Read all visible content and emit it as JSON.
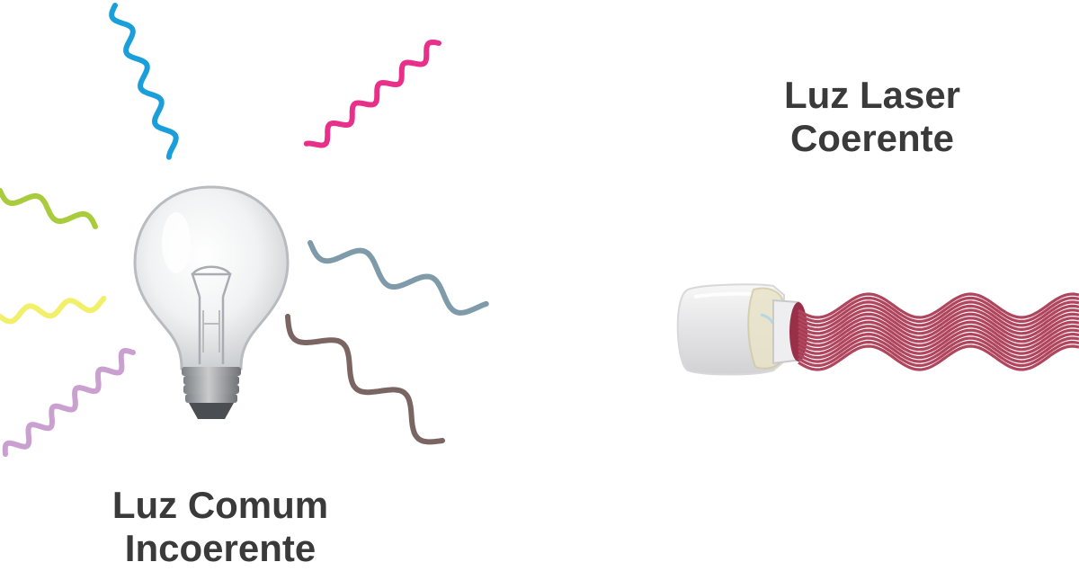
{
  "labels": {
    "common_light": {
      "line1": "Luz Comum",
      "line2": "Incoerente"
    },
    "laser_light": {
      "line1": "Luz Laser",
      "line2": "Coerente"
    }
  },
  "colors": {
    "text": "#3a3a3a",
    "wave_blue": "#1a9fdb",
    "wave_magenta": "#e8308a",
    "wave_lime": "#a8cc3c",
    "wave_yellow": "#f2ef6a",
    "wave_lilac": "#c9a0cf",
    "wave_slate": "#7f9aa8",
    "wave_brown": "#7b6562",
    "laser_beam": "#b0455e"
  },
  "icons": {
    "bulb": "light-bulb-icon",
    "laser": "laser-emitter-icon"
  }
}
